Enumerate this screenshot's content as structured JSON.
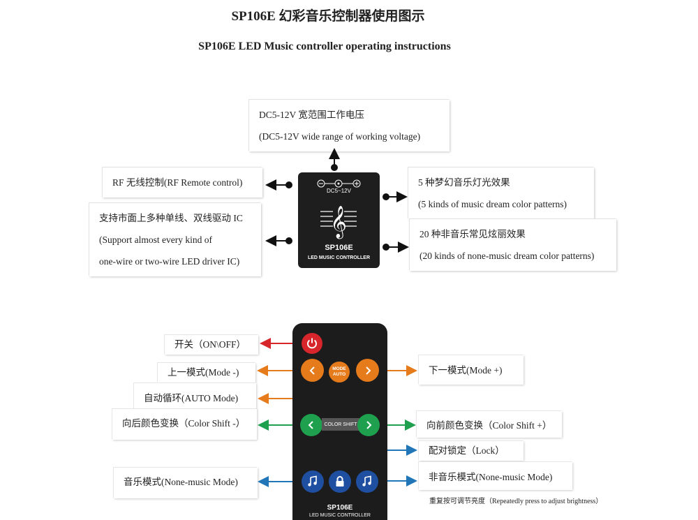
{
  "titles": {
    "cn": "SP106E  幻彩音乐控制器使用图示",
    "en": "SP106E LED Music controller operating instructions"
  },
  "controller": {
    "dc_label": "DC5~12V",
    "name": "SP106E",
    "subtitle": "LED  MUSIC CONTROLLER",
    "callouts": {
      "voltage": [
        "DC5-12V 宽范围工作电压",
        "(DC5-12V wide range of working voltage)"
      ],
      "rf": [
        "RF 无线控制(RF Remote control)"
      ],
      "ic": [
        "支持市面上多种单线、双线驱动 IC",
        "(Support almost every kind of",
        "one-wire or two-wire LED driver IC)"
      ],
      "music": [
        "5 种梦幻音乐灯光效果",
        "(5 kinds of music dream color patterns)"
      ],
      "none_music": [
        "20 种非音乐常见炫丽效果",
        "(20 kinds of none-music dream color patterns)"
      ]
    }
  },
  "remote": {
    "name": "SP106E",
    "subtitle": "LED  MUSIC CONTROLLER",
    "mode_auto_top": "MODE",
    "mode_auto_bottom": "AUTO",
    "color_shift": "COLOR SHIFT",
    "labels": {
      "power": "开关（ON\\OFF）",
      "mode_prev": "上一模式(Mode -)",
      "mode_next": "下一模式(Mode +)",
      "auto": "自动循环(AUTO Mode)",
      "color_prev": "向后颜色变换（Color Shift -）",
      "color_next": "向前颜色变换（Color Shift +）",
      "lock": "配对锁定（Lock）",
      "music_mode": "音乐模式(None-music Mode)",
      "none_music_mode": "非音乐模式(None-music Mode)",
      "brightness_note": "重复按可调节亮度（Repeatedly press to adjust brightness）"
    }
  },
  "colors": {
    "red": "#d7262b",
    "orange": "#e67b1c",
    "green": "#1ea04f",
    "blue": "#2176b8",
    "dark_blue": "#1f4fa0"
  }
}
